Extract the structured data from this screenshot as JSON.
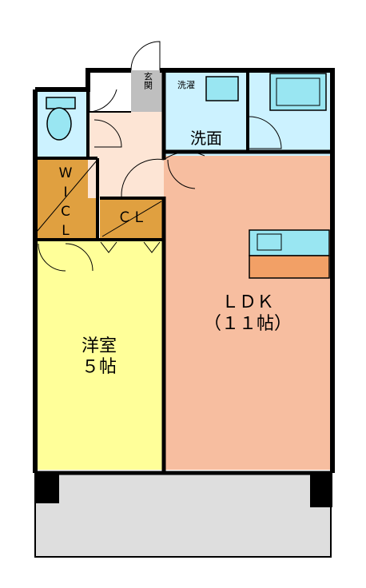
{
  "rooms": {
    "genkan": "玄関",
    "sentaku": "洗濯",
    "senmen": "洗面",
    "wicl": [
      "W",
      "I",
      "C",
      "L"
    ],
    "cl": "ＣＬ",
    "ldk": "ＬＤＫ",
    "ldk_size": "（１１帖）",
    "yoshitsu": "洋室",
    "yoshitsu_size": "５帖"
  },
  "colors": {
    "wall": "#000000",
    "ldk": "#f7bea0",
    "yoshitsu": "#ffff99",
    "closet": "#e0a040",
    "entry_floor": "#fde5d5",
    "wet_area": "#ccf2ff",
    "fixture": "#99e6f2",
    "counter": "#f2a066",
    "genkan_floor": "#bfbfbf",
    "balcony": "#dedede"
  }
}
